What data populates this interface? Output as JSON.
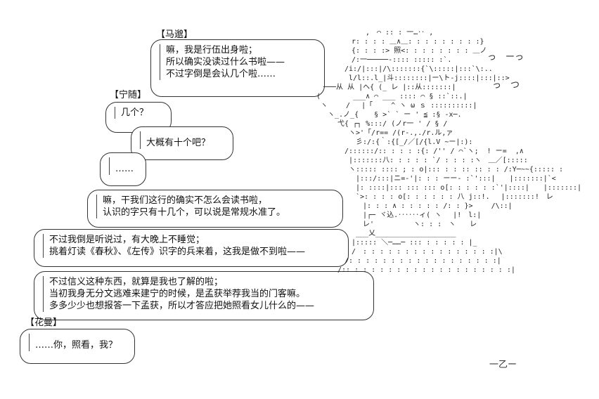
{
  "dialogues": {
    "ma": {
      "speaker": "【马邈】",
      "lines": [
        "嘛，我是行伍出身啦；",
        "所以确实没读过什么书啦——",
        "不过字倒是会认几个啦……"
      ]
    },
    "ning": {
      "speaker": "【宁随】",
      "line1": "几个？",
      "line2": "……"
    },
    "ma2": {
      "line1": "大概有十个吧？"
    },
    "ning2": {
      "lines": [
        "嘛，干我们这行的确实不怎么会读书啦，",
        "认识的字只有十几个，可以说是常规水准了。"
      ]
    },
    "ning3": {
      "lines": [
        "不过我倒是听说过，有大晚上不睡觉；",
        "挑着灯读《春秋》、《左传》识字的兵来着，这我是做不到啦——"
      ]
    },
    "ning4": {
      "lines": [
        "不过信义这种东西，就算是我也了解的啦；",
        "当初我身无分文逃难来建宁的时候，是孟获举荐我当的门客嘛。",
        "多多少少也想报答一下孟获，所以才答应把她照看女儿什么的——"
      ]
    },
    "hua": {
      "speaker": "【花曼】",
      "line1": "……你，照看，我？"
    }
  },
  "art": {
    "label": "照",
    "sfx1": "っ　ーっ",
    "sfx2": "っ　つ",
    "sfx3": "一乙ー",
    "lines": [
      "　　　　　　　　,　⌒ :: : 一…‥ ,",
      "　　　　　　r: : : : ＿∧＿: : : : : : : : :}",
      "　　　　　　{: : : :> 照<: : : : : : : : ＿ノ",
      "　　　　　　/:一─────‐:::: ::::: :`.",
      "　　　　　/i:/|:::|/\\:::::::{`\\:::::|:::`\\:..",
      "　　　　　 l/l::.l_|斗::::::::|ー\\ト-j::::|:::|::>",
      "　　───从 从 |ヘ{ (_ レ |::从:::::::|",
      "　(　　　　 ___∧ ⌒ ___ :::: ⌒ § ::`::.|",
      "　 ヽ　　 /　 |「　　 ^ ヽ ω ｓ ::::::::::|",
      "　　 ヽ_.ノ_{ 　 § >` ` ー ' ≦ :§ -x─.",
      "　　　　弋{ ┌┐ %:::/ (ノr一 ' / § /",
      "　　　　　 ヽ>'「/r== /(r-.,./r.ル,ァ",
      "　　　　　　 彡:/:{｀:{[_/／[/{l.V ~ー|:):",
      "　　　　　/::::::/:: : : : :{: /'' / ⌒`ヽ;  ! ー=  ,∧",
      "　　　　　 |:::::::八: : : : : `/ : : : :ヽ　＿／[:::::",
      "　　　　　 ヽ::::: :::: ; : o|::: : : :: :: : : /:Y─~~{::::: :",
      "　　　　　　 |:::/:::|ニ=-'|: : : ーー- :`':::|　　|:::::::|`<",
      "　　　　　　 |: ::::|::: ::: ::: o[: : : : : :`'|::::|　　|:::::::|",
      "　　　　　　 `>: : : : o[: : : : : : 八 j::!.　 |:::::::!　レ",
      "　　　　　　　 |: : : ∧ : : : : : /: : }>　　 /\\::|",
      "　　　　　　　 |┌─ ヾ込.‥‥‥ィ( ヽ　 |!　l:|",
      "　　　　　　　 レ'　　　　　 ヽ: : :　ヽ　　レ",
      "　　　　　　 ___乂___________________",
      "　　　　　　|::::: ＼─……─ ::: : : : : : |_",
      "　　　　　　/　: : : : : : : : : : : : : : : :|\\",
      "　　　　　/: : : : : : : : : : : : : : : : : :|",
      "　　　　/:: : : : : : : : : : : : : : : : : : : :|"
    ]
  }
}
